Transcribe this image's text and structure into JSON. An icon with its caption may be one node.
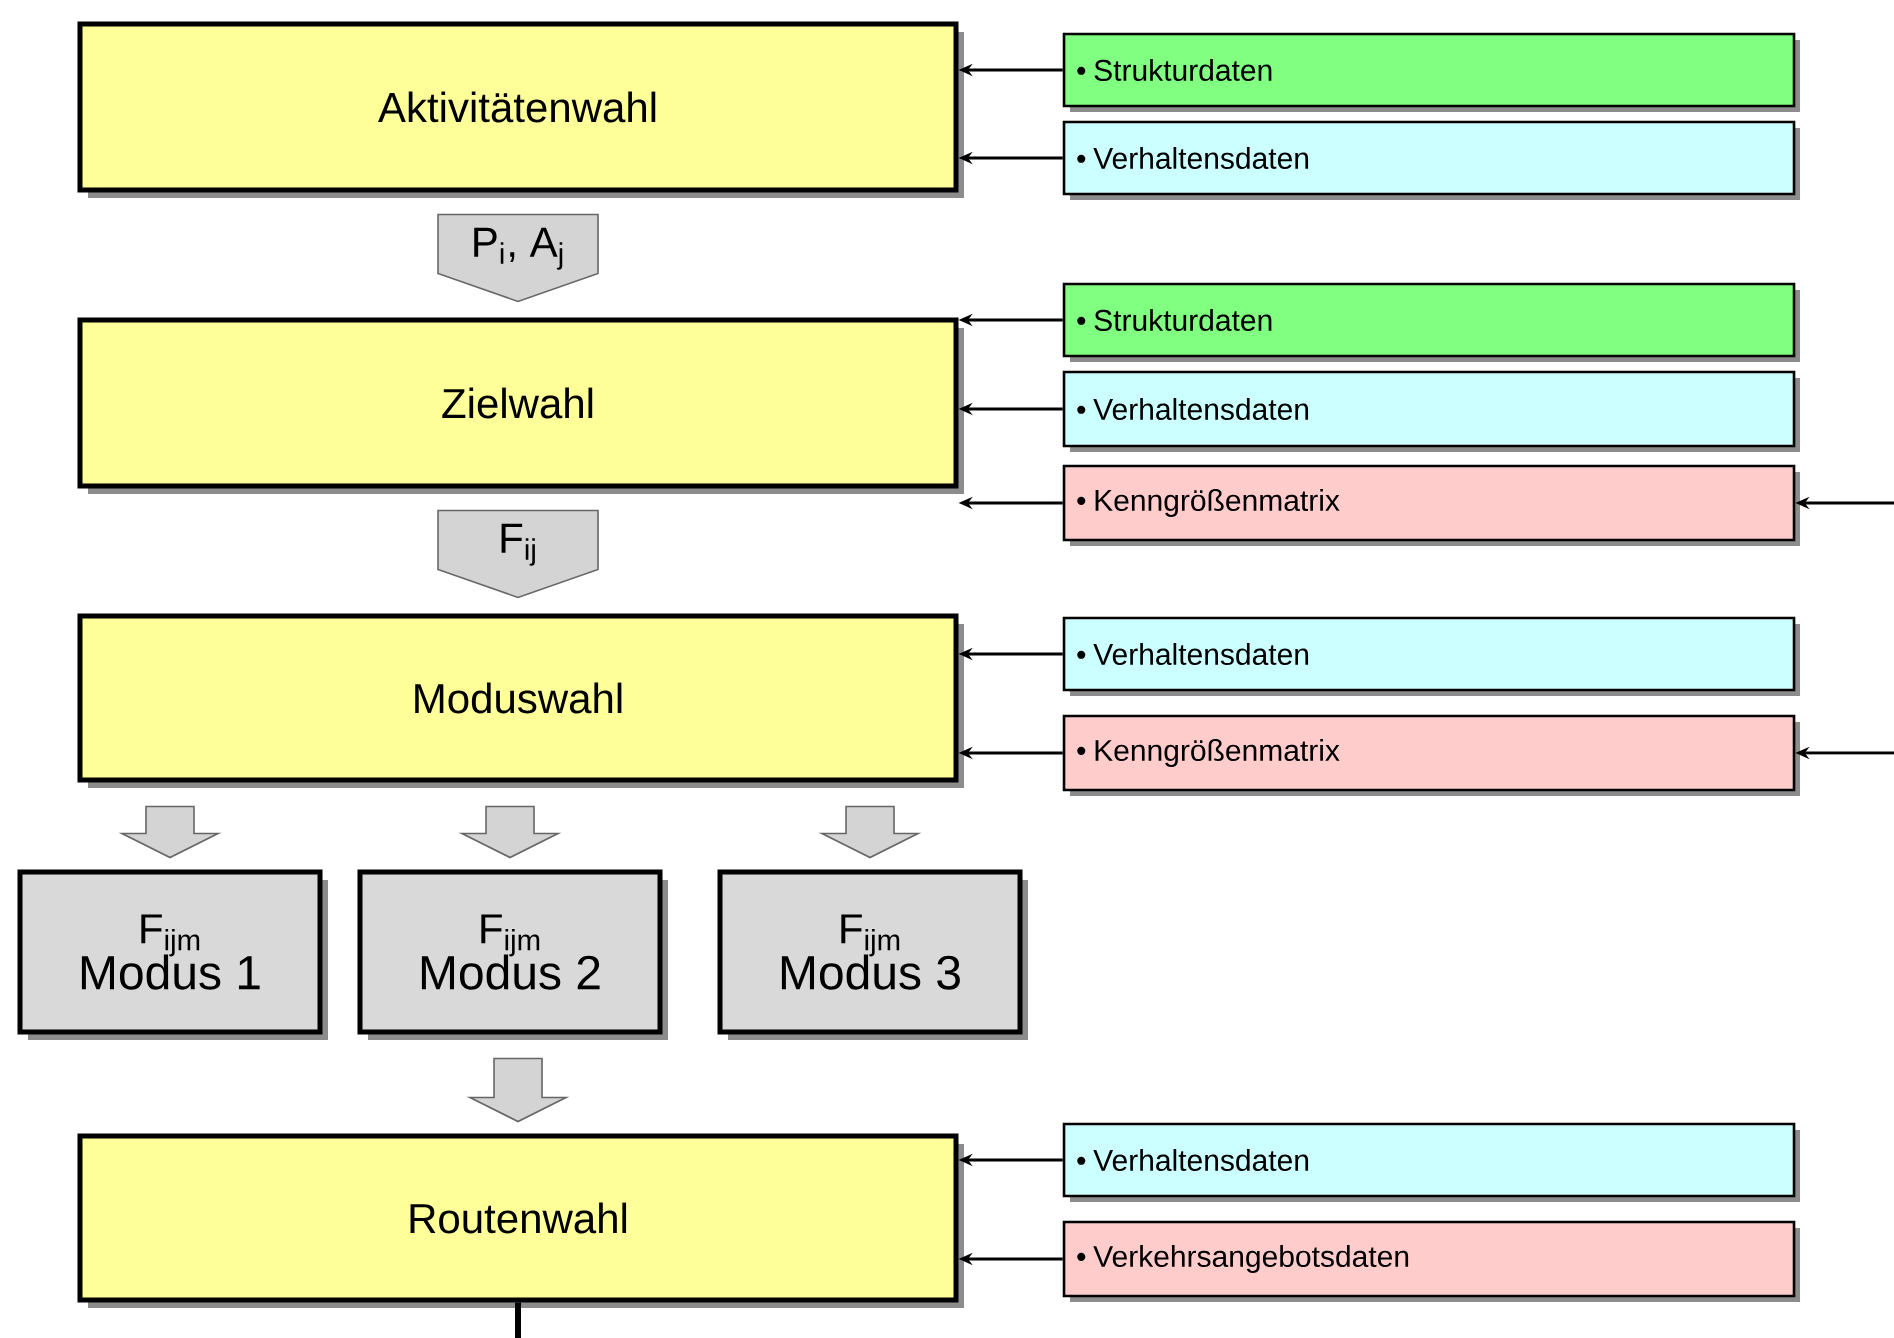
{
  "diagram": {
    "nodes": [
      {
        "text": [
          "Aktivitätenwahl"
        ]
      },
      {
        "text": [
          "• Strukturdaten"
        ]
      },
      {
        "text": [
          "• Verhaltensdaten"
        ]
      },
      {
        "text": [
          "Zielwahl"
        ]
      },
      {
        "text": [
          "• Strukturdaten"
        ]
      },
      {
        "text": [
          "• Verhaltensdaten"
        ]
      },
      {
        "text": [
          "• Kenngrößenmatrix"
        ]
      },
      {
        "text": [
          "Moduswahl"
        ]
      },
      {
        "text": [
          "• Verhaltensdaten"
        ]
      },
      {
        "text": [
          "• Kenngrößenmatrix"
        ]
      },
      {
        "text": [
          "F$_{ijm}$",
          "Modus 1"
        ]
      },
      {
        "text": [
          "F$_{ijm}$",
          "Modus 2"
        ]
      },
      {
        "text": [
          "F$_{ijm}$",
          "Modus 3"
        ]
      },
      {
        "text": [
          "Routenwahl"
        ]
      },
      {
        "text": [
          "• Verhaltensdaten"
        ]
      },
      {
        "text": [
          "• Verkehrsangebotsdaten"
        ]
      }
    ],
    "edges": [
      {
        "from": 1,
        "to": 0,
        "arrow": "to"
      },
      {
        "from": 2,
        "to": 0,
        "arrow": "to"
      },
      {
        "from": 0,
        "to": 3,
        "arrow": "to",
        "label": "P$_{i}$, A$_{j}$",
        "style": "thick",
        "color": "#d4d4d4"
      },
      {
        "from": 4,
        "to": 3,
        "arrow": "to"
      },
      {
        "from": 5,
        "to": 3,
        "arrow": "to"
      },
      {
        "from": 6,
        "to": 3,
        "arrow": "to"
      },
      {
        "from": null,
        "to": 6,
        "arrow": "to"
      },
      {
        "from": 3,
        "to": 7,
        "arrow": "to",
        "label": "F$_{ij}$",
        "style": "thick",
        "color": "#d4d4d4"
      },
      {
        "from": 8,
        "to": 7,
        "arrow": "to"
      },
      {
        "from": 9,
        "to": 7,
        "arrow": "to"
      },
      {
        "from": null,
        "to": 9,
        "arrow": "to"
      },
      {
        "from": 7,
        "to": 10,
        "arrow": "to",
        "style": "thick",
        "color": "#d4d4d4"
      },
      {
        "from": 7,
        "to": 11,
        "arrow": "to",
        "style": "thick",
        "color": "#d4d4d4"
      },
      {
        "from": 7,
        "to": 12,
        "arrow": "to",
        "style": "thick",
        "color": "#d4d4d4"
      },
      {
        "from": 11,
        "to": 13,
        "arrow": "to",
        "style": "thick",
        "color": "#d4d4d4"
      },
      {
        "from": 14,
        "to": 13,
        "arrow": "to"
      },
      {
        "from": 15,
        "to": 13,
        "arrow": "to"
      },
      {
        "from": 13,
        "to": null,
        "arrow": "none",
        "style": "thick"
      }
    ]
  }
}
